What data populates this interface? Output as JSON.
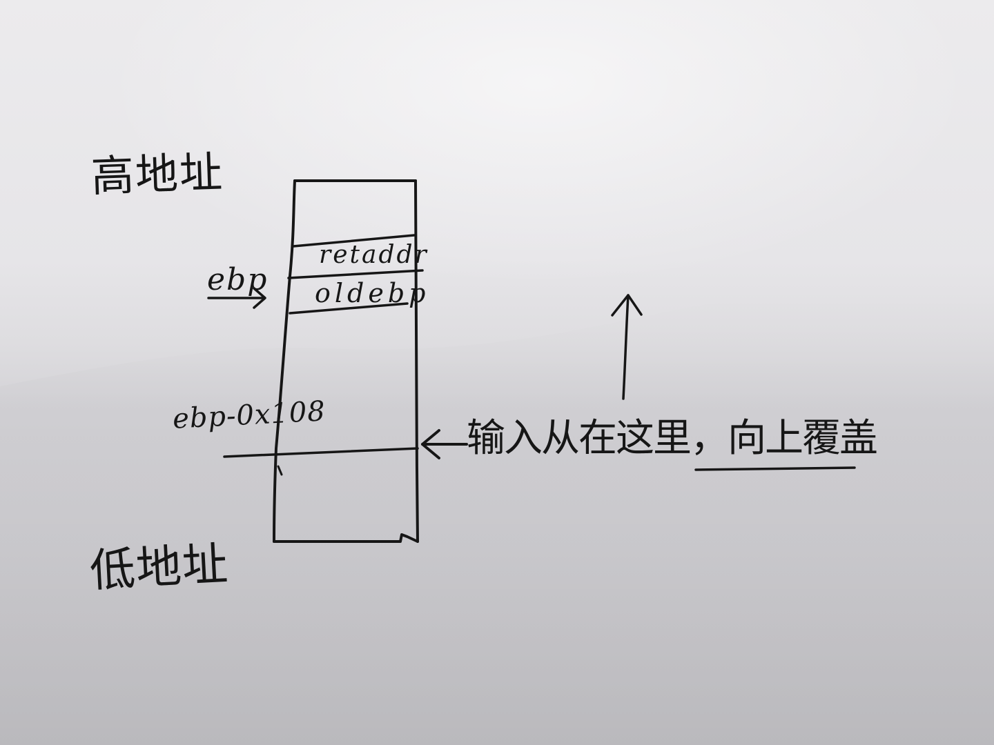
{
  "diagram": {
    "high_address_label": "高地址",
    "low_address_label": "低地址",
    "stack_slots": {
      "return_address": "retaddr",
      "saved_frame_pointer": "oldebp"
    },
    "pointers": {
      "frame_pointer": "ebp",
      "buffer_start": "ebp-0x108"
    },
    "annotation": "输入从在这里，向上覆盖",
    "overwrite_direction": "up"
  },
  "colors": {
    "ink": "#161616",
    "paper": "#e6e5e8"
  }
}
